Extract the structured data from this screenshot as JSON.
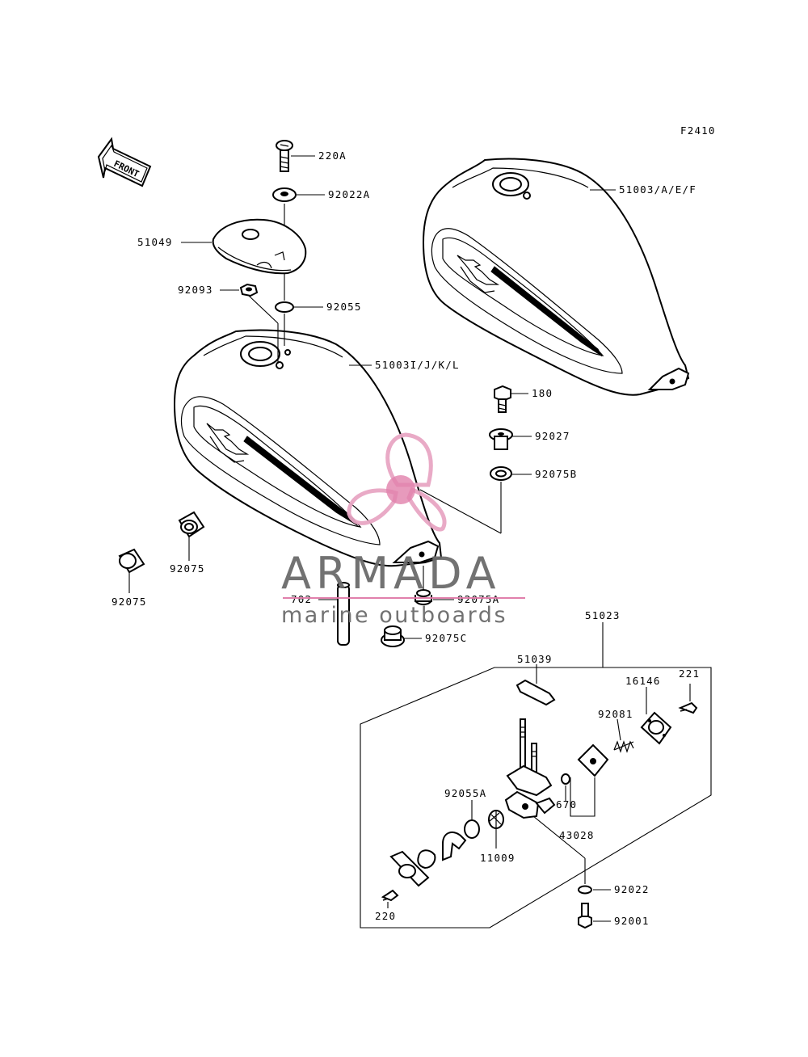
{
  "figure_code": "F2410",
  "front_arrow_label": "FRONT",
  "watermark": {
    "brand": "ARMADA",
    "tagline": "marine outboards",
    "colors": {
      "propeller": "#e8a6c4",
      "propeller_hub": "#e07aa8",
      "text": "#6b6b6b",
      "rule": "#e07aa8"
    }
  },
  "parts": {
    "p220A": "220A",
    "p92022A": "92022A",
    "p51049": "51049",
    "p92093": "92093",
    "p92055": "92055",
    "p51003AEF": "51003/A/E/F",
    "p51003IJKL": "51003I/J/K/L",
    "p180": "180",
    "p92027": "92027",
    "p92075B": "92075B",
    "p92075a": "92075",
    "p92075b": "92075",
    "p702": "702",
    "p92075A": "92075A",
    "p92075C": "92075C",
    "p51023": "51023",
    "p51039": "51039",
    "p221": "221",
    "p16146": "16146",
    "p92081": "92081",
    "p670": "670",
    "p43028": "43028",
    "p92055A": "92055A",
    "p11009": "11009",
    "p220": "220",
    "p92022": "92022",
    "p92001": "92001"
  }
}
